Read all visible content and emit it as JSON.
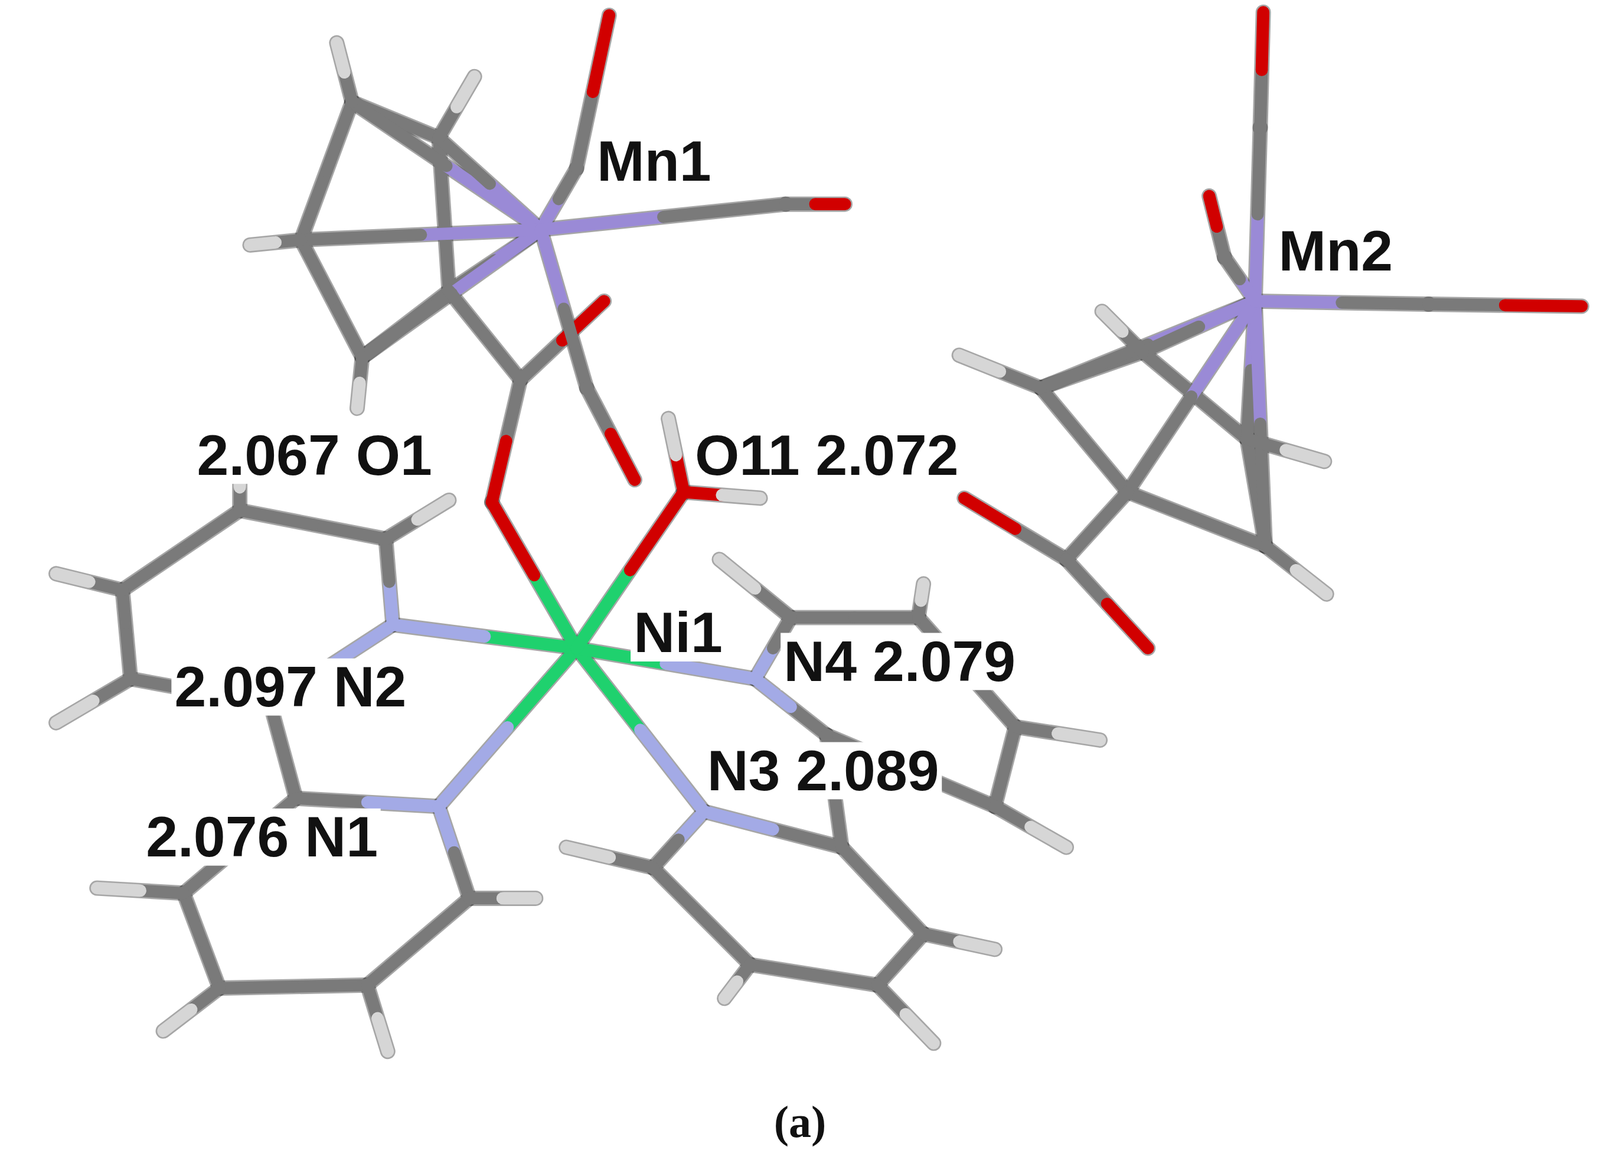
{
  "diagram": {
    "caption": "(a)",
    "labels": [
      "Mn1",
      "Mn2",
      "2.067 O1",
      "O11 2.072",
      "Ni1",
      "2.097 N2",
      "N4 2.079",
      "N3 2.089",
      "2.076 N1"
    ]
  }
}
